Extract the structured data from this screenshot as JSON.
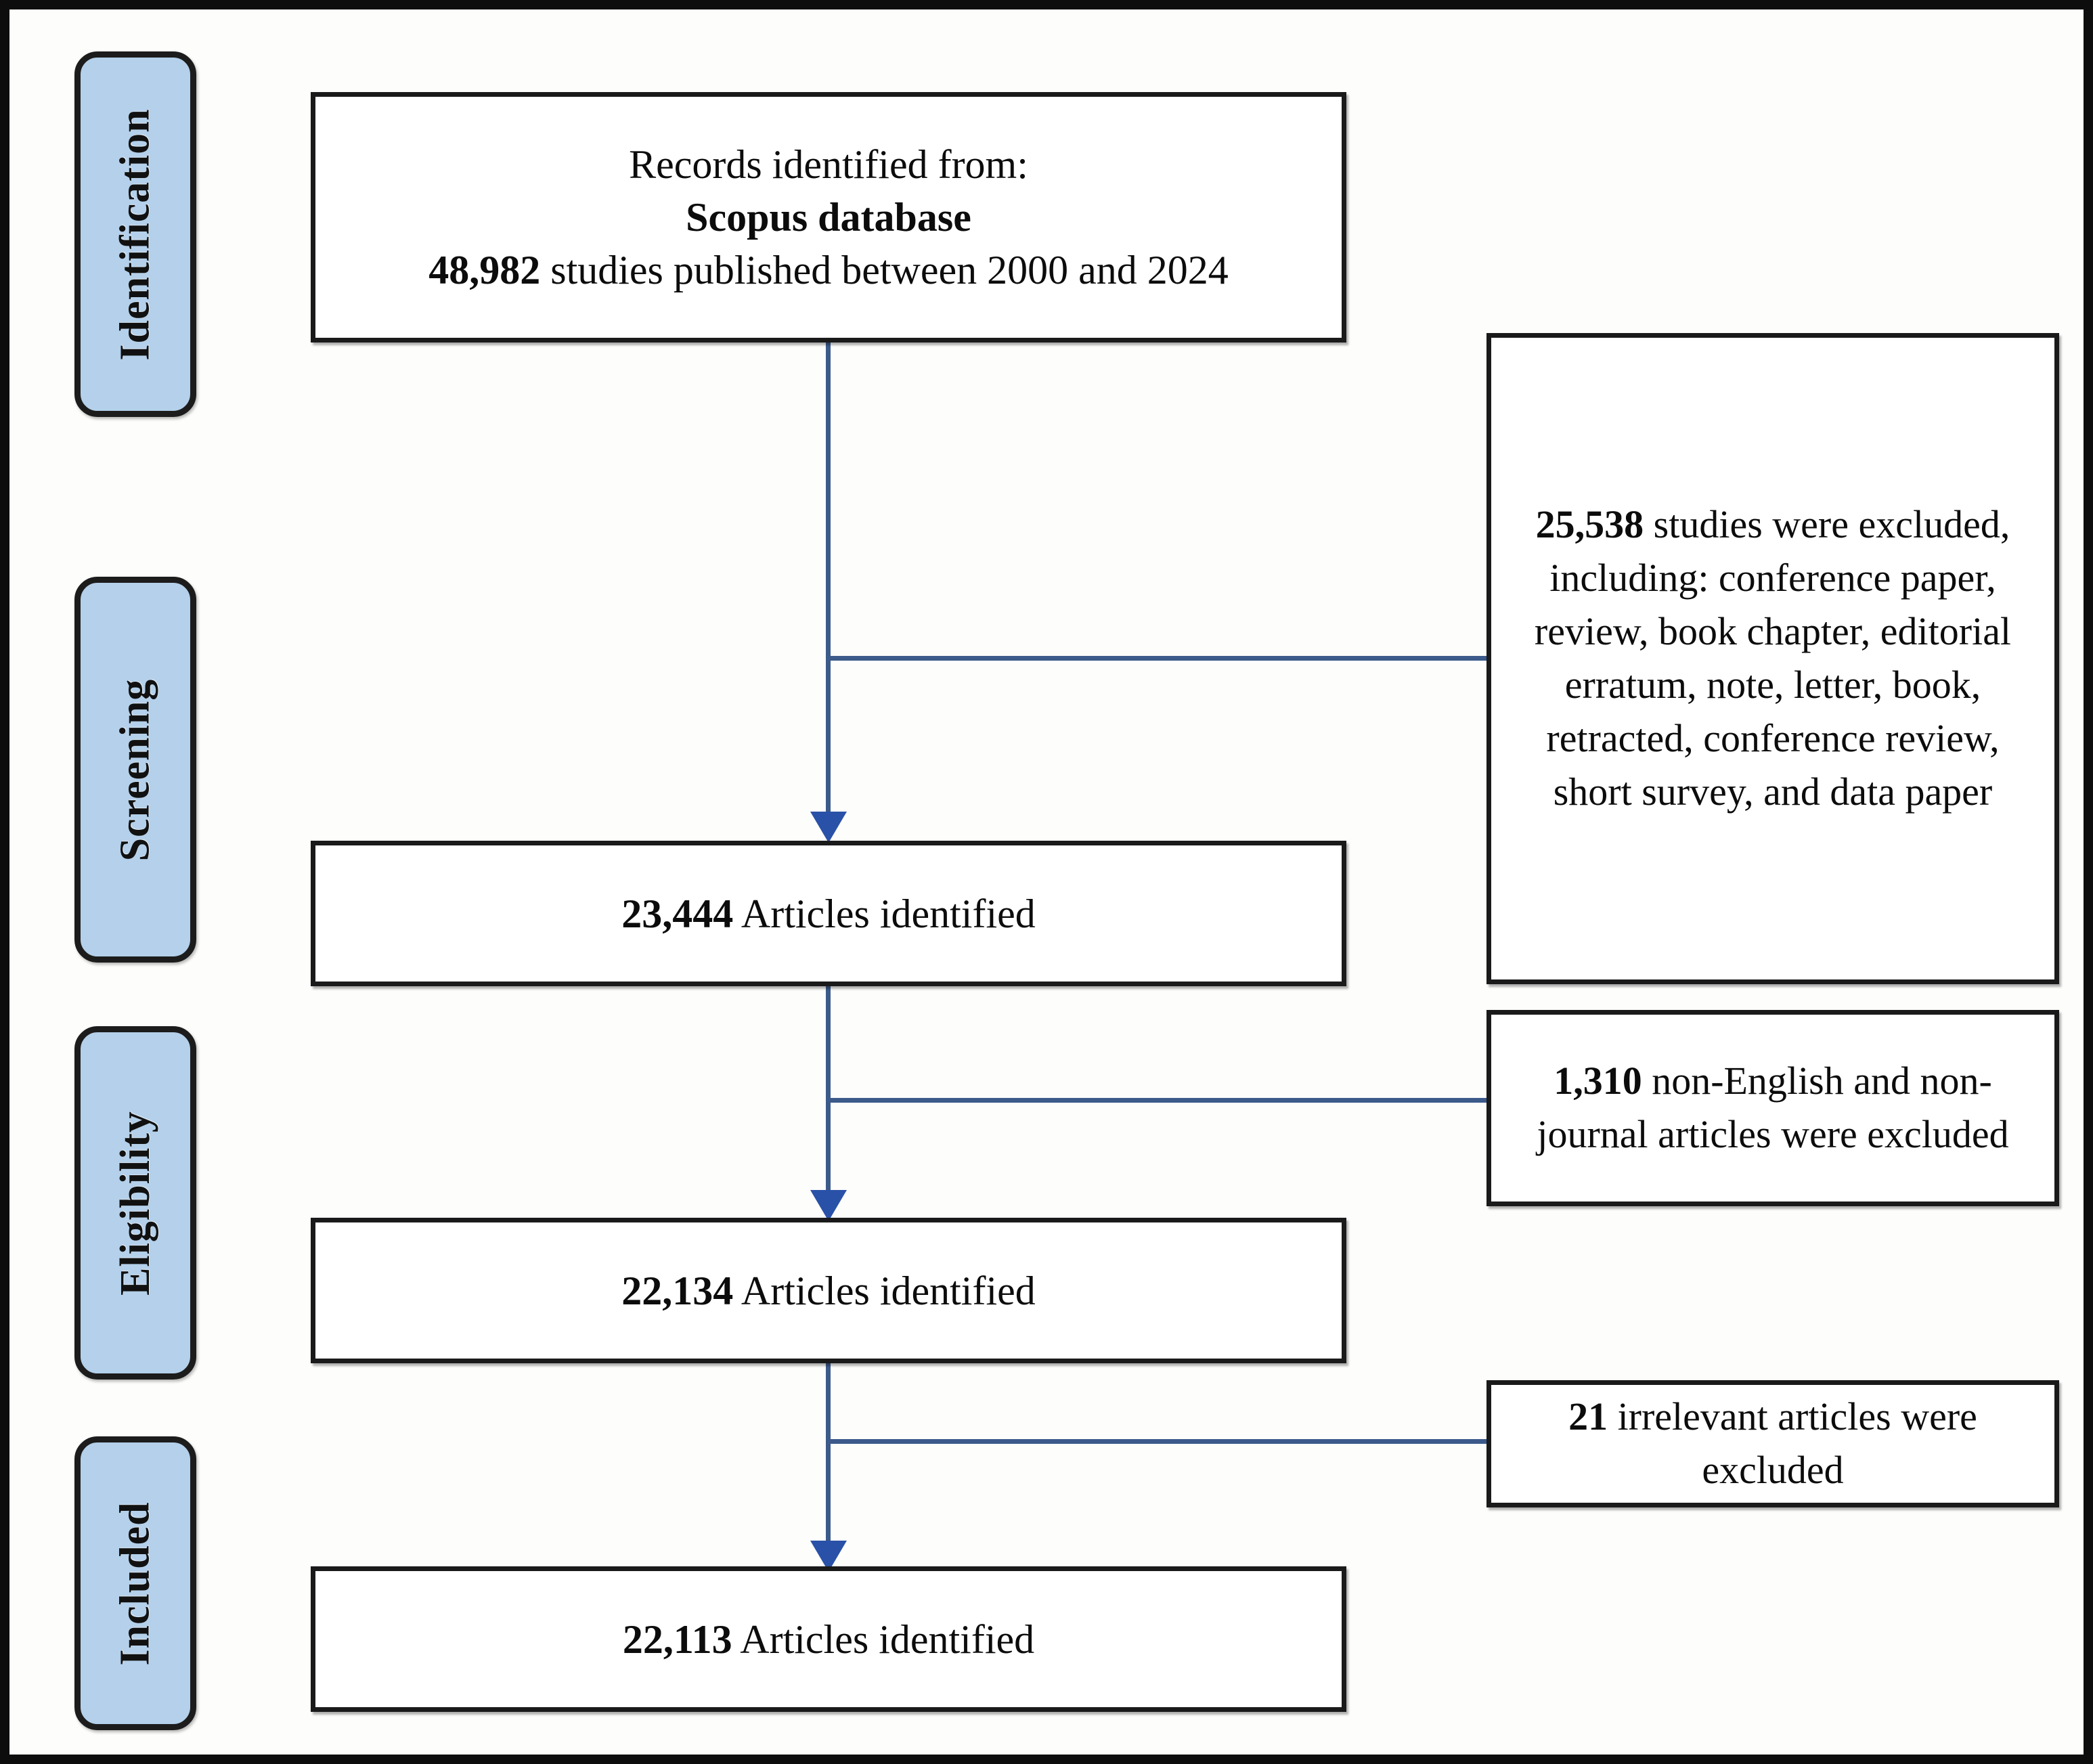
{
  "figure": {
    "type": "prisma-flow-diagram",
    "accent_color": "#3c5a8a",
    "stage_chip_color": "#b4d0ea",
    "border_color": "#0d0d0d"
  },
  "stages": [
    {
      "id": "identification",
      "label": "Identification"
    },
    {
      "id": "screening",
      "label": "Screening"
    },
    {
      "id": "eligibility",
      "label": "Eligibility"
    },
    {
      "id": "included",
      "label": "Included"
    }
  ],
  "main_boxes": [
    {
      "id": "records-identified",
      "line1": "Records identified from:",
      "line2": "Scopus database",
      "line3_bold": "48,982",
      "line3_rest": " studies published between 2000 and 2024"
    },
    {
      "id": "articles-23444",
      "count": "23,444",
      "label": " Articles identified"
    },
    {
      "id": "articles-22134",
      "count": "22,134",
      "label": " Articles identified"
    },
    {
      "id": "articles-22113",
      "count": "22,113",
      "label": " Articles identified"
    }
  ],
  "exclusion_boxes": [
    {
      "id": "excluded-25538",
      "count": "25,538",
      "text": " studies were excluded, including: conference paper, review, book chapter, editorial erratum, note, letter, book, retracted, conference review, short survey, and data paper"
    },
    {
      "id": "excluded-1310",
      "count": "1,310",
      "text": "  non-English and non-journal articles were excluded"
    },
    {
      "id": "excluded-21",
      "count": "21",
      "text": " irrelevant articles were excluded"
    }
  ],
  "flow_data": {
    "type": "flowchart",
    "nodes": [
      {
        "id": "records-identified",
        "stage": "Identification",
        "value": 48982,
        "text": "Records identified from: Scopus database, 48,982 studies published between 2000 and 2024"
      },
      {
        "id": "excluded-25538",
        "stage": "Screening",
        "value": 25538,
        "text": "25,538 studies were excluded, including: conference paper, review, book chapter, editorial erratum, note, letter, book, retracted, conference review, short survey, and data paper"
      },
      {
        "id": "articles-23444",
        "stage": "Screening",
        "value": 23444,
        "text": "23,444 Articles identified"
      },
      {
        "id": "excluded-1310",
        "stage": "Eligibility",
        "value": 1310,
        "text": "1,310 non-English and non-journal articles were excluded"
      },
      {
        "id": "articles-22134",
        "stage": "Eligibility",
        "value": 22134,
        "text": "22,134 Articles identified"
      },
      {
        "id": "excluded-21",
        "stage": "Included",
        "value": 21,
        "text": "21 irrelevant articles were excluded"
      },
      {
        "id": "articles-22113",
        "stage": "Included",
        "value": 22113,
        "text": "22,113 Articles identified"
      }
    ],
    "edges": [
      {
        "from": "records-identified",
        "to": "excluded-25538",
        "kind": "branch"
      },
      {
        "from": "records-identified",
        "to": "articles-23444",
        "kind": "flow"
      },
      {
        "from": "articles-23444",
        "to": "excluded-1310",
        "kind": "branch"
      },
      {
        "from": "articles-23444",
        "to": "articles-22134",
        "kind": "flow"
      },
      {
        "from": "articles-22134",
        "to": "excluded-21",
        "kind": "branch"
      },
      {
        "from": "articles-22134",
        "to": "articles-22113",
        "kind": "flow"
      }
    ]
  }
}
